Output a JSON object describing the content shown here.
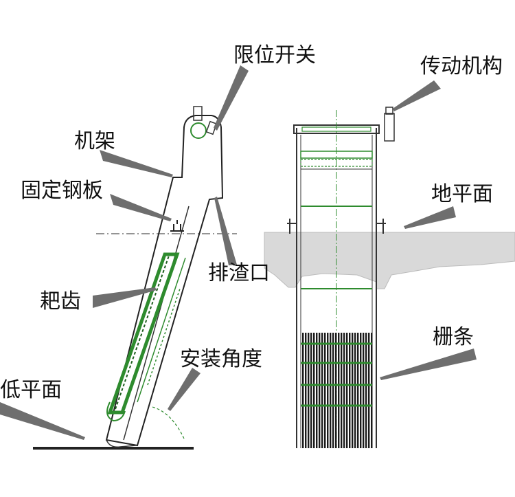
{
  "labels": {
    "limit_switch": "限位开关",
    "frame": "机架",
    "fixed_plate": "固定钢板",
    "discharge_outlet": "排渣口",
    "rake_teeth": "耙齿",
    "install_angle": "安装角度",
    "bottom_level": "低平面",
    "drive_mechanism": "传动机构",
    "ground_level": "地平面",
    "grid_bars": "栅条"
  },
  "colors": {
    "line": "#333333",
    "pointer": "#6e6e6e",
    "accent_green": "#2e8b2e",
    "ground_fill": "#d9d9d9",
    "bars": "#1a1a1a"
  }
}
